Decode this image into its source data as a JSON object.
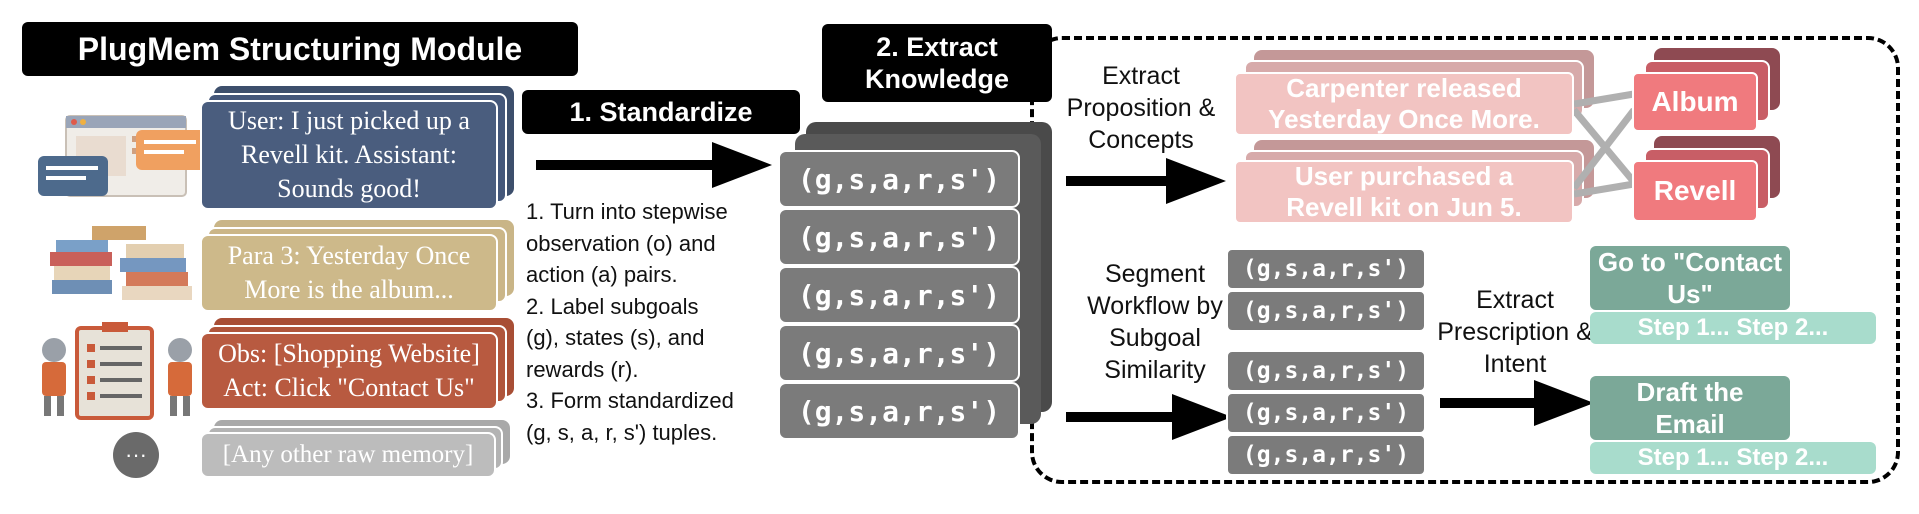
{
  "header": {
    "title": "PlugMem Structuring Module"
  },
  "steps": {
    "standardize": "1. Standardize",
    "extract_knowledge": "2. Extract Knowledge"
  },
  "raw_memory": {
    "dialogue": "User: I just picked up a Revell kit. Assistant: Sounds good!",
    "paragraph": "Para 3: Yesterday Once More is the album...",
    "trajectory": "Obs: [Shopping Website] Act: Click \"Contact Us\"",
    "other": "[Any other raw memory]",
    "ellipsis": "···"
  },
  "standardize_notes": [
    "1. Turn into stepwise",
    "observation (o) and",
    "action (a) pairs.",
    "2. Label subgoals",
    "(g), states (s), and",
    "rewards (r).",
    "3. Form standardized",
    "(g, s, a, r, s') tuples."
  ],
  "tuple_label": "(g,s,a,r,s')",
  "labels": {
    "extract_proposition": "Extract Proposition & Concepts",
    "segment_workflow": "Segment Workflow by Subgoal Similarity",
    "extract_prescription": "Extract Prescription & Intent"
  },
  "propositions": [
    "Carpenter released Yesterday Once More.",
    "User purchased a Revell kit on Jun 5."
  ],
  "concepts": [
    "Album",
    "Revell"
  ],
  "prescriptions": [
    {
      "title": "Go to \"Contact Us\"",
      "steps": "Step 1... Step 2..."
    },
    {
      "title": "Draft the Email",
      "steps": "Step 1... Step 2..."
    }
  ],
  "colors": {
    "dialogue_card": "#4a5d7e",
    "paragraph_card": "#cdb98a",
    "trajectory_card": "#b85a40",
    "other_card": "#bcbcbc",
    "tuple": "#7b7b7b",
    "proposition": "#f2c4c2",
    "concept": "#f07a7e",
    "prescription": "#7ba898",
    "steps": "#a8dccc"
  }
}
